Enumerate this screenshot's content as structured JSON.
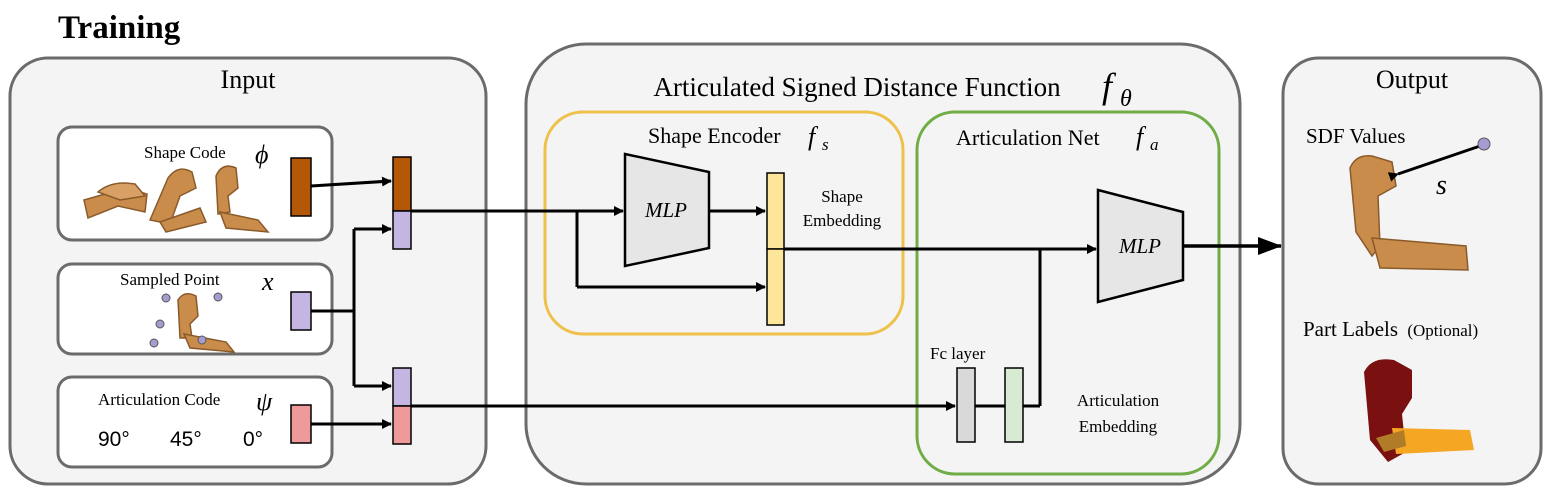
{
  "page_title": "Training",
  "input_panel": {
    "title": "Input",
    "shape_code": {
      "label": "Shape Code",
      "symbol": "ϕ"
    },
    "sampled_point": {
      "label": "Sampled Point",
      "symbol": "x"
    },
    "articulation_code": {
      "label": "Articulation Code",
      "symbol": "ψ",
      "angles": [
        "90°",
        "45°",
        "0°"
      ]
    }
  },
  "asdf_panel": {
    "title": "Articulated Signed Distance Function",
    "title_symbol": "f",
    "title_subscript": "θ",
    "shape_encoder": {
      "title": "Shape Encoder",
      "symbol": "f",
      "subscript": "s",
      "mlp_label": "MLP",
      "embedding_label_line1": "Shape",
      "embedding_label_line2": "Embedding"
    },
    "articulation_net": {
      "title": "Articulation Net",
      "symbol": "f",
      "subscript": "a",
      "mlp_label": "MLP",
      "fc_label": "Fc layer",
      "embedding_label_line1": "Articulation",
      "embedding_label_line2": "Embedding"
    }
  },
  "output_panel": {
    "title": "Output",
    "sdf_label": "SDF Values",
    "sdf_symbol": "s",
    "part_labels": "Part Labels",
    "part_labels_note": "(Optional)"
  },
  "colors": {
    "panel_border": "#6b6b6b",
    "panel_fill": "#f4f4f4",
    "encoder_border": "#eec14a",
    "artnet_border": "#70ad47",
    "shape_code": "#b35806",
    "point_code": "#c4b5e3",
    "articulation_code": "#ef9a9a",
    "shape_embedding": "#fde59a",
    "fc_grey": "#d9d9d9",
    "fc_green": "#d9ead3",
    "mlp_fill": "#e6e6e6",
    "arm_model": "#c98c4a",
    "part_dark": "#7b1010",
    "part_light": "#f5a623",
    "sample_point": "#a89bd0"
  }
}
